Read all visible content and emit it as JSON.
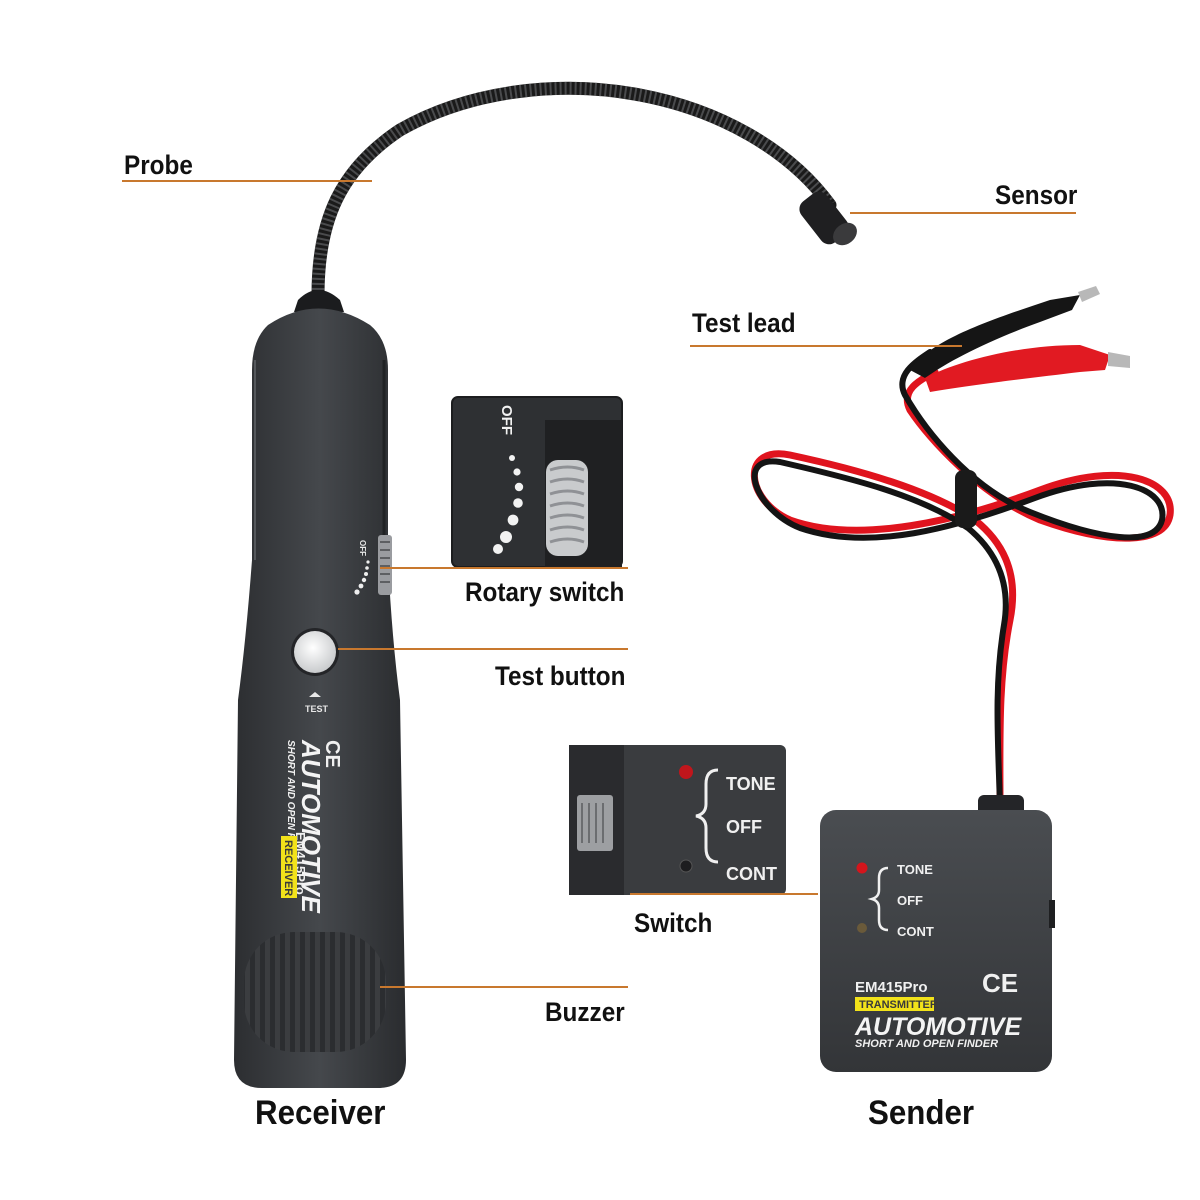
{
  "callouts": {
    "probe": "Probe",
    "sensor": "Sensor",
    "test_lead": "Test lead",
    "rotary_switch": "Rotary switch",
    "test_button": "Test button",
    "switch": "Switch",
    "buzzer": "Buzzer"
  },
  "captions": {
    "receiver": "Receiver",
    "sender": "Sender"
  },
  "receiver_printing": {
    "off": "OFF",
    "test": "TEST",
    "ce": "CE",
    "automotive": "AUTOMOTIVE",
    "subtitle": "SHORT AND OPEN FINDER",
    "model": "EM415Pro",
    "badge": "RECEIVER"
  },
  "rotary_inset": {
    "off": "OFF"
  },
  "switch_inset": {
    "tone": "TONE",
    "off": "OFF",
    "cont": "CONT"
  },
  "transmitter_printing": {
    "tone": "TONE",
    "off": "OFF",
    "cont": "CONT",
    "model": "EM415Pro",
    "ce": "CE",
    "badge": "TRANSMITTER",
    "automotive": "AUTOMOTIVE",
    "subtitle": "SHORT AND OPEN FINDER"
  },
  "colors": {
    "leader_line": "#c8782e",
    "device_body": "#3a3c3f",
    "badge_yellow": "#f2e21a",
    "wire_red": "#e0141e",
    "wire_black": "#141414"
  }
}
